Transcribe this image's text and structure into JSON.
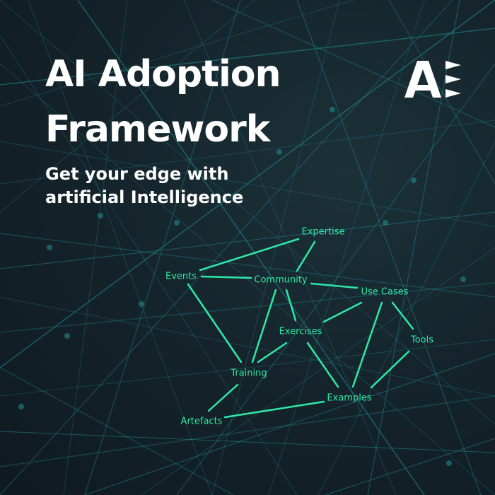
{
  "title_line1": "AI Adoption",
  "title_line2": "Framework",
  "subtitle_line1": "Get your edge with",
  "subtitle_line2": "artificial Intelligence",
  "logo_icon": "ae-logo-icon",
  "colors": {
    "background": "#142229",
    "accent": "#2ee8a8",
    "text": "#ffffff",
    "bg_lines": "#1f8a8f"
  },
  "network": {
    "nodes": [
      {
        "id": "expertise",
        "label": "Expertise"
      },
      {
        "id": "events",
        "label": "Events"
      },
      {
        "id": "community",
        "label": "Community"
      },
      {
        "id": "use_cases",
        "label": "Use Cases"
      },
      {
        "id": "exercises",
        "label": "Exercises"
      },
      {
        "id": "tools",
        "label": "Tools"
      },
      {
        "id": "training",
        "label": "Training"
      },
      {
        "id": "examples",
        "label": "Examples"
      },
      {
        "id": "artefacts",
        "label": "Artefacts"
      }
    ],
    "edges": [
      [
        "events",
        "expertise"
      ],
      [
        "events",
        "community"
      ],
      [
        "community",
        "expertise"
      ],
      [
        "community",
        "use_cases"
      ],
      [
        "events",
        "training"
      ],
      [
        "community",
        "training"
      ],
      [
        "community",
        "exercises"
      ],
      [
        "exercises",
        "use_cases"
      ],
      [
        "exercises",
        "training"
      ],
      [
        "exercises",
        "examples"
      ],
      [
        "use_cases",
        "examples"
      ],
      [
        "use_cases",
        "tools"
      ],
      [
        "tools",
        "examples"
      ],
      [
        "training",
        "artefacts"
      ],
      [
        "artefacts",
        "examples"
      ]
    ]
  }
}
